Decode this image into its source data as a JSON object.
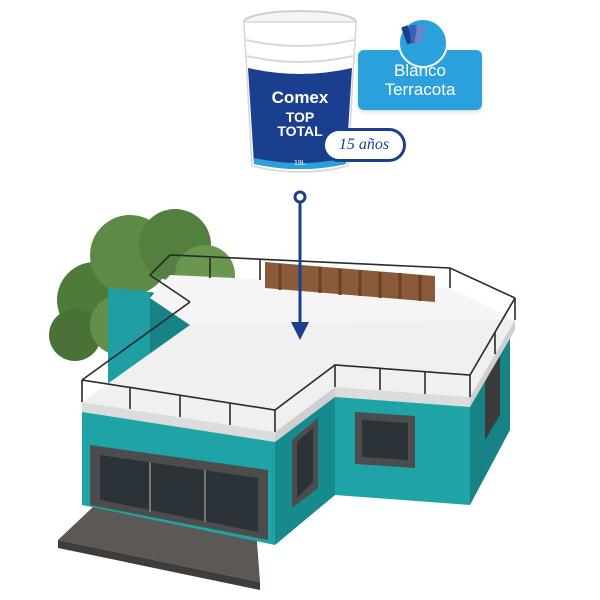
{
  "product": {
    "brand": "Comex",
    "line1": "TOP",
    "line2": "TOTAL",
    "volume": "19L"
  },
  "color_card": {
    "line1": "Blanco",
    "line2": "Terracota"
  },
  "badge": {
    "years": "15 años"
  },
  "icons": {
    "swatch": "color-swatch-icon",
    "arrow": "down-arrow-icon"
  },
  "colors": {
    "brand_blue": "#1b3f8f",
    "accent_blue": "#2aa0dc",
    "house_teal": "#1ea3a6",
    "roof_white": "#efefef",
    "frame_gray": "#5a5a5a"
  }
}
